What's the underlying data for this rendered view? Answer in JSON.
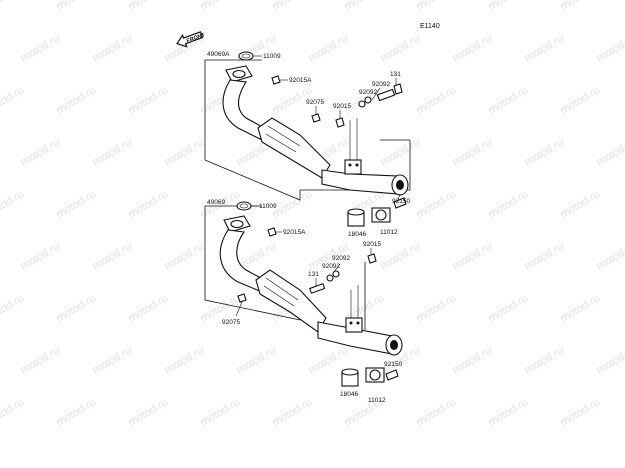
{
  "diagram": {
    "code": "E1140",
    "front_label": "FRONT",
    "watermark": "motod.ru",
    "labels_upper": {
      "pipe": "49069A",
      "gasket_top": "11009",
      "nut_top": "92015A",
      "clamp_left": "92075",
      "nut_center": "92015",
      "washer_a": "92092",
      "washer_b": "92092",
      "bolt": "131",
      "screw": "92150",
      "tube": "18046",
      "gasket_tail": "11012"
    },
    "labels_lower": {
      "pipe": "49069",
      "gasket_top": "11009",
      "nut_top": "92015A",
      "nut_center": "92015",
      "washer_a": "92092",
      "washer_b": "92092",
      "bolt": "131",
      "clamp_left": "92075",
      "screw": "92150",
      "tube": "18046",
      "gasket_tail": "11012"
    }
  }
}
